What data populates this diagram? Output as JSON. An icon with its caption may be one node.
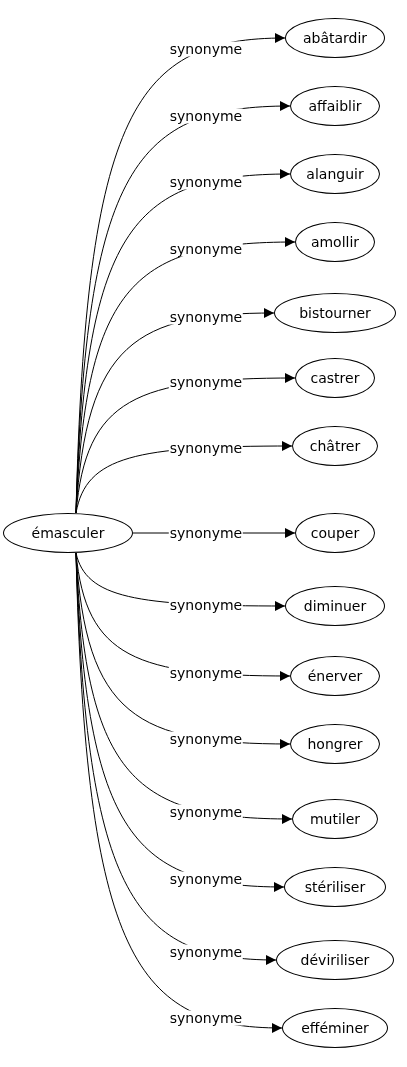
{
  "diagram": {
    "nodes": [
      {
        "text": [
          "émasculer"
        ]
      },
      {
        "text": [
          "abâtardir"
        ]
      },
      {
        "text": [
          "affaiblir"
        ]
      },
      {
        "text": [
          "alanguir"
        ]
      },
      {
        "text": [
          "amollir"
        ]
      },
      {
        "text": [
          "bistourner"
        ]
      },
      {
        "text": [
          "castrer"
        ]
      },
      {
        "text": [
          "châtrer"
        ]
      },
      {
        "text": [
          "couper"
        ]
      },
      {
        "text": [
          "diminuer"
        ]
      },
      {
        "text": [
          "énerver"
        ]
      },
      {
        "text": [
          "hongrer"
        ]
      },
      {
        "text": [
          "mutiler"
        ]
      },
      {
        "text": [
          "stériliser"
        ]
      },
      {
        "text": [
          "déviriliser"
        ]
      },
      {
        "text": [
          "efféminer"
        ]
      }
    ],
    "edges": [
      {
        "from": 0,
        "to": 1,
        "arrow": "to",
        "label": "synonyme"
      },
      {
        "from": 0,
        "to": 2,
        "arrow": "to",
        "label": "synonyme"
      },
      {
        "from": 0,
        "to": 3,
        "arrow": "to",
        "label": "synonyme"
      },
      {
        "from": 0,
        "to": 4,
        "arrow": "to",
        "label": "synonyme"
      },
      {
        "from": 0,
        "to": 5,
        "arrow": "to",
        "label": "synonyme"
      },
      {
        "from": 0,
        "to": 6,
        "arrow": "to",
        "label": "synonyme"
      },
      {
        "from": 0,
        "to": 7,
        "arrow": "to",
        "label": "synonyme"
      },
      {
        "from": 0,
        "to": 8,
        "arrow": "to",
        "label": "synonyme"
      },
      {
        "from": 0,
        "to": 9,
        "arrow": "to",
        "label": "synonyme"
      },
      {
        "from": 0,
        "to": 10,
        "arrow": "to",
        "label": "synonyme"
      },
      {
        "from": 0,
        "to": 11,
        "arrow": "to",
        "label": "synonyme"
      },
      {
        "from": 0,
        "to": 12,
        "arrow": "to",
        "label": "synonyme"
      },
      {
        "from": 0,
        "to": 13,
        "arrow": "to",
        "label": "synonyme"
      },
      {
        "from": 0,
        "to": 14,
        "arrow": "to",
        "label": "synonyme"
      },
      {
        "from": 0,
        "to": 15,
        "arrow": "to",
        "label": "synonyme"
      }
    ]
  }
}
